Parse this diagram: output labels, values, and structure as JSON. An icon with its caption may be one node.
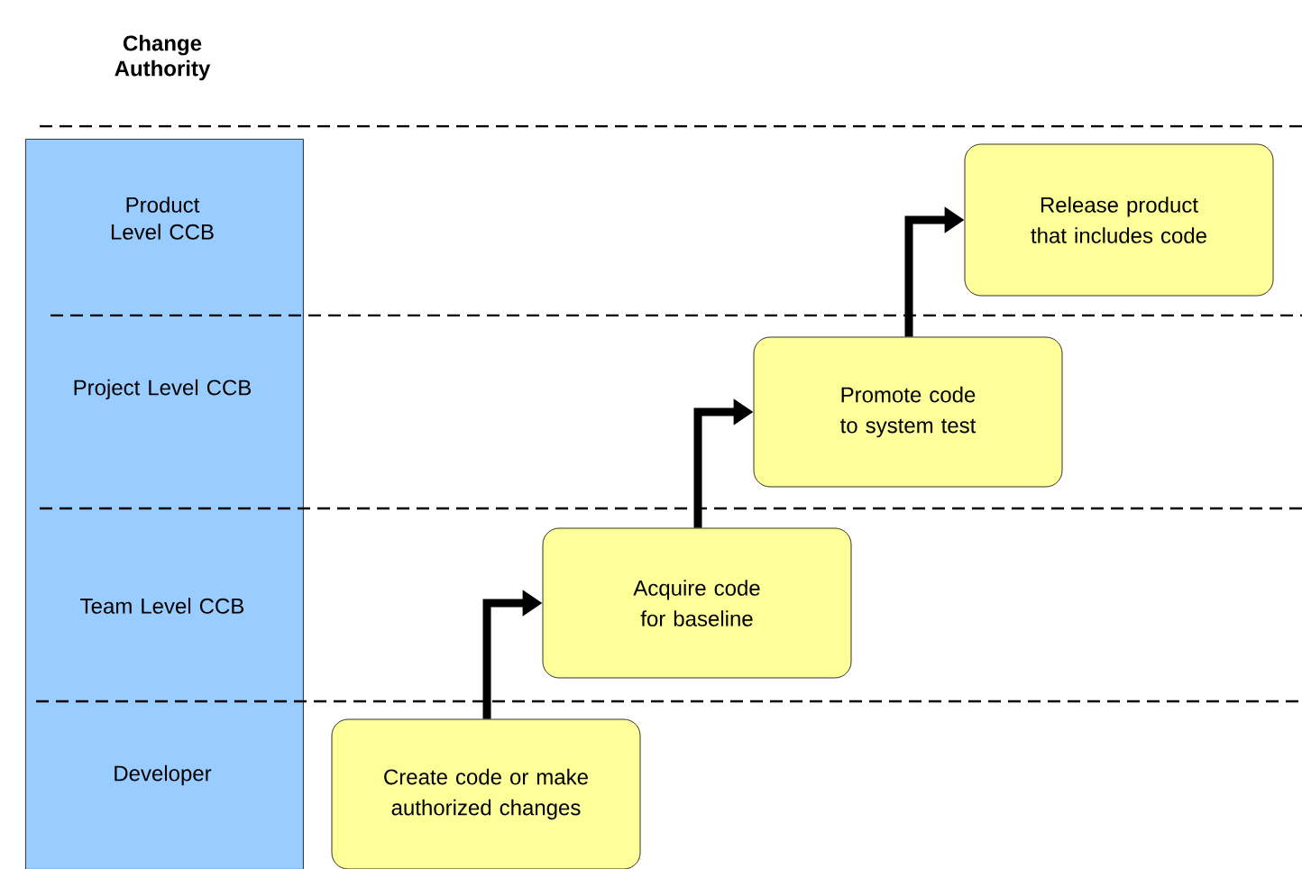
{
  "diagram": {
    "title": "Change Authority",
    "nodes": [
      {
        "text": [
          "Product Level CCB",
          "Project Level CCB",
          "Team Level CCB",
          "Developer"
        ]
      },
      {
        "text": [
          "Release product that includes code"
        ]
      },
      {
        "text": [
          "Promote code to system test"
        ]
      },
      {
        "text": [
          "Acquire code for baseline"
        ]
      },
      {
        "text": [
          "Create code or make authorized changes"
        ]
      }
    ],
    "edges": [
      {
        "from": 4,
        "to": 3,
        "arrow": "to"
      },
      {
        "from": 3,
        "to": 2,
        "arrow": "to"
      },
      {
        "from": 2,
        "to": 1,
        "arrow": "to"
      }
    ]
  }
}
